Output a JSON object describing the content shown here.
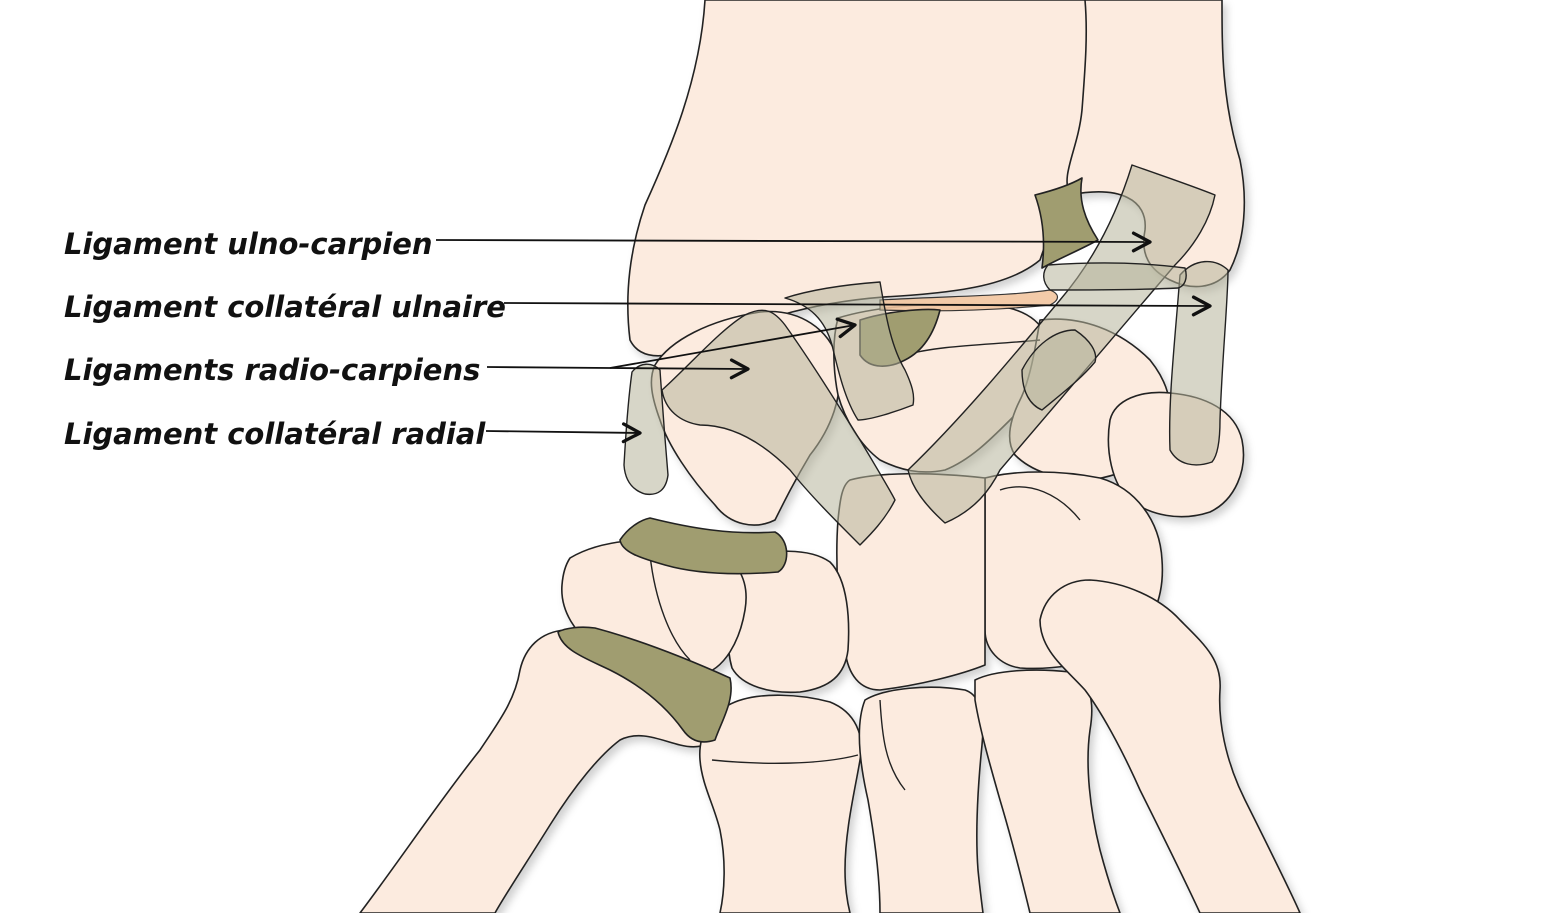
{
  "labels": [
    {
      "id": "ulno-carpien",
      "text": "Ligament ulno-carpien"
    },
    {
      "id": "collateral-ulnaire",
      "text": "Ligament collatéral ulnaire"
    },
    {
      "id": "radio-carpiens",
      "text": "Ligaments radio-carpiens"
    },
    {
      "id": "collateral-radial",
      "text": "Ligament collatéral radial"
    }
  ],
  "colors": {
    "bone_fill": "#fcebdf",
    "bone_stroke": "#222222",
    "ligament_fill": "#a09d70",
    "ligament_transparent_fill": "#b7b49a",
    "cartilage_fill": "#f2c6a0",
    "arrow": "#111111",
    "label_text": "#111111"
  }
}
